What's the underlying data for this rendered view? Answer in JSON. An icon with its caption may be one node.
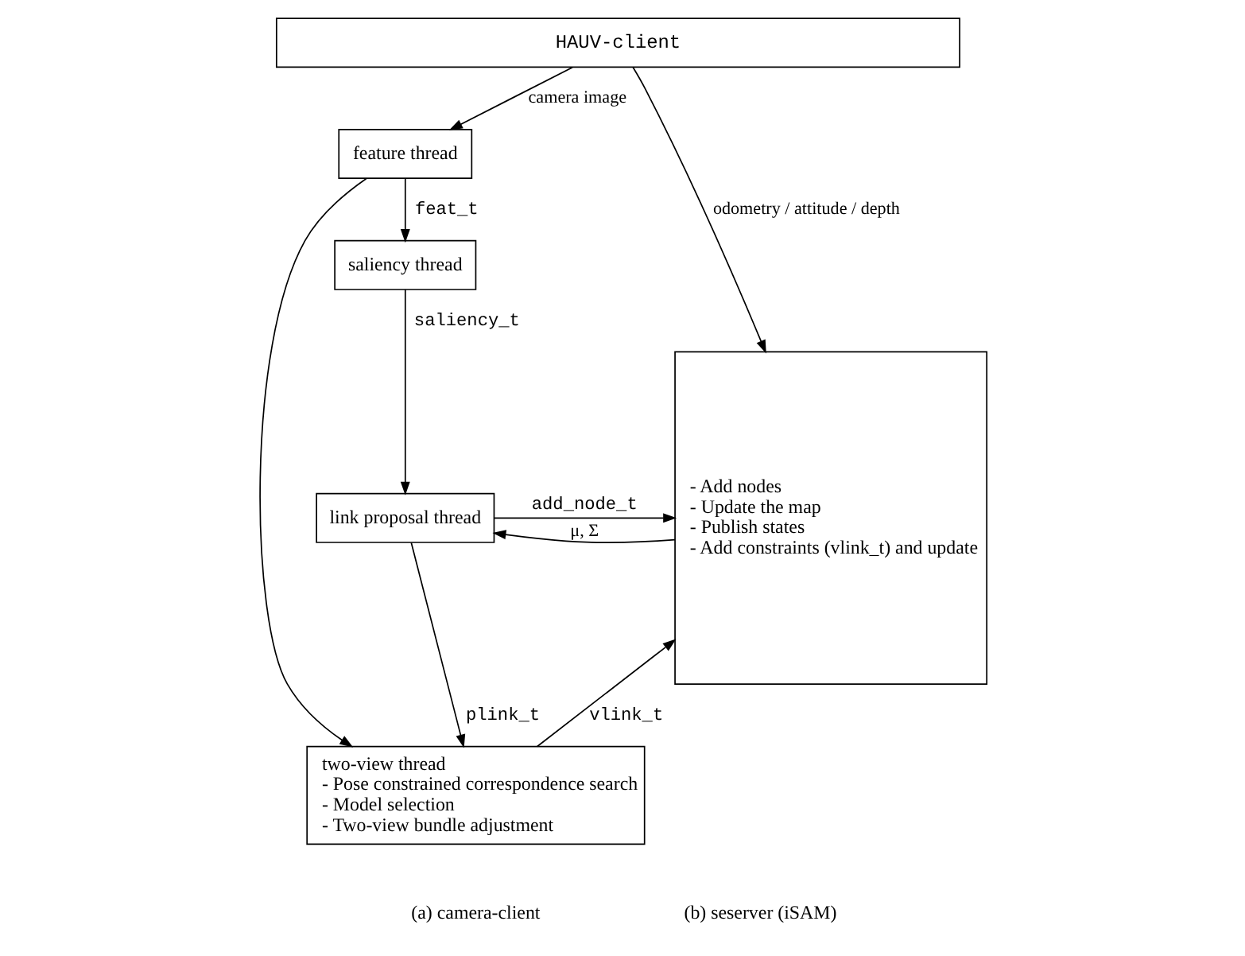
{
  "diagram": {
    "nodes": [
      {
        "text": [
          "HAUV-client"
        ]
      },
      {
        "text": [
          "feature thread"
        ]
      },
      {
        "text": [
          "saliency thread"
        ]
      },
      {
        "text": [
          "link proposal thread"
        ]
      },
      {
        "text": [
          "two-view thread",
          "- Pose constrained correspondence search",
          "- Model selection",
          "- Two-view bundle adjustment"
        ]
      },
      {
        "text": [
          "- Add nodes",
          "- Update the map",
          "- Publish states",
          "- Add constraints (vlink_t) and update"
        ]
      }
    ],
    "edges": [
      {
        "from": 0,
        "to": 1,
        "arrow": "to",
        "label": "camera image"
      },
      {
        "from": 0,
        "to": 5,
        "arrow": "to",
        "label": "odometry / attitude / depth"
      },
      {
        "from": 1,
        "to": 2,
        "arrow": "to",
        "label": "feat_t"
      },
      {
        "from": 1,
        "to": 4,
        "arrow": "to"
      },
      {
        "from": 2,
        "to": 3,
        "arrow": "to",
        "label": "saliency_t"
      },
      {
        "from": 3,
        "to": 5,
        "arrow": "to",
        "label": "add_node_t"
      },
      {
        "from": 5,
        "to": 3,
        "arrow": "to",
        "label": "μ, Σ"
      },
      {
        "from": 3,
        "to": 4,
        "arrow": "to",
        "label": "plink_t"
      },
      {
        "from": 4,
        "to": 5,
        "arrow": "to",
        "label": "vlink_t"
      }
    ],
    "labels": [
      "(a) camera-client",
      "(b) seserver (iSAM)"
    ]
  }
}
